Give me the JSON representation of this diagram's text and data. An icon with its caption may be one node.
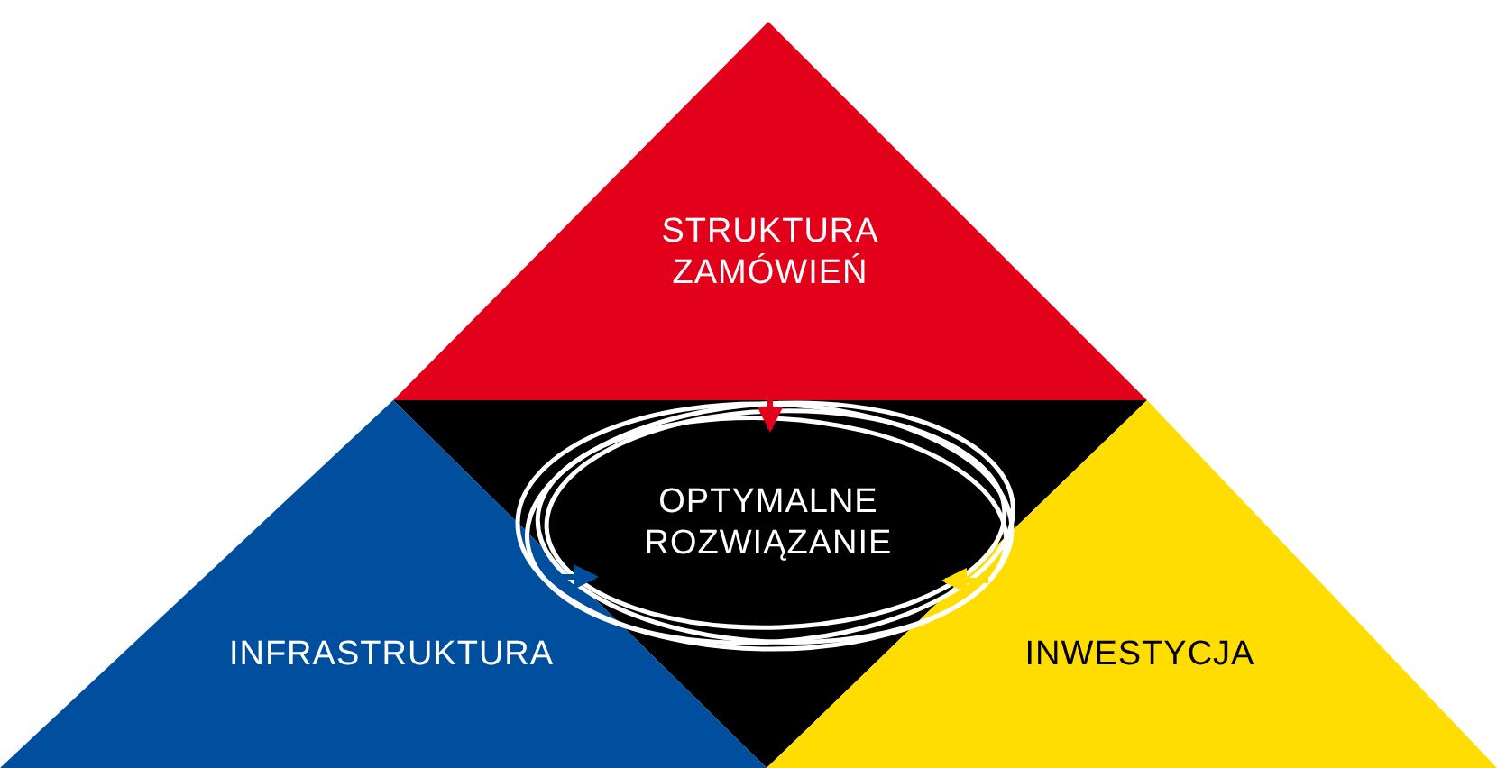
{
  "diagram": {
    "nodes": [
      {
        "text": [
          "STRUKTURA ZAMÓWIEŃ"
        ]
      },
      {
        "text": [
          "OPTYMALNE ROZWIĄZANIE"
        ]
      },
      {
        "text": [
          "INFRASTRUKTURA"
        ]
      },
      {
        "text": [
          "INWESTYCJA"
        ]
      }
    ],
    "edges": [
      {
        "from": 0,
        "to": 1,
        "arrow": "to",
        "color": "#e2001a"
      },
      {
        "from": 2,
        "to": 1,
        "arrow": "to",
        "color": "#004f9f"
      },
      {
        "from": 3,
        "to": 1,
        "arrow": "to",
        "color": "#ffdd00"
      }
    ]
  }
}
